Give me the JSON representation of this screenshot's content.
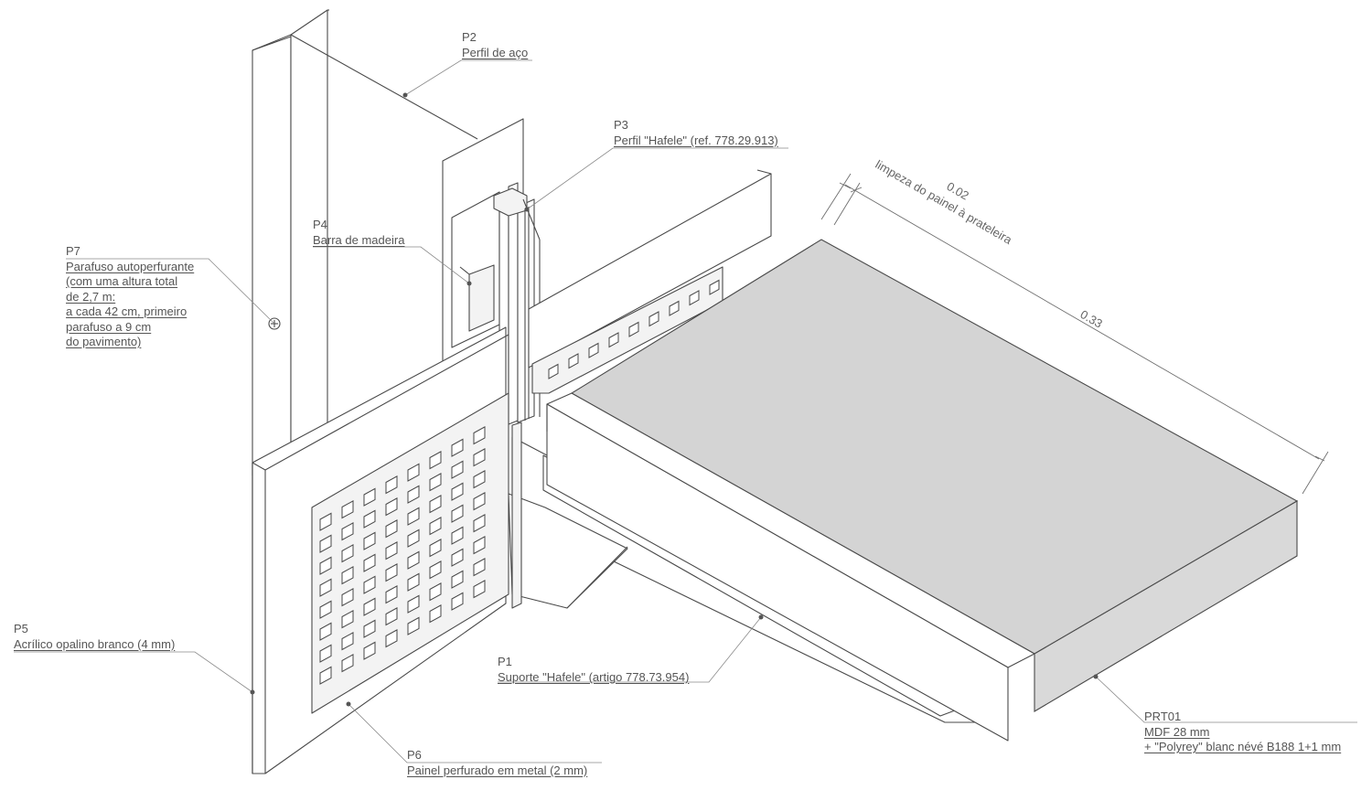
{
  "labels": {
    "p2": {
      "code": "P2",
      "desc": "Perfil de aço"
    },
    "p3": {
      "code": "P3",
      "desc": "Perfil \"Hafele\" (ref. 778.29.913)"
    },
    "p4": {
      "code": "P4",
      "desc": "Barra de madeira"
    },
    "p7": {
      "code": "P7",
      "lines": [
        "Parafuso autoperfurante",
        "(com uma altura total",
        "de 2,7 m:",
        "a cada 42 cm, primeiro",
        "parafuso a 9 cm",
        "do pavimento)"
      ]
    },
    "p5": {
      "code": "P5",
      "desc": "Acrílico opalino branco (4 mm)"
    },
    "p1": {
      "code": "P1",
      "desc": "Suporte \"Hafele\" (artigo 778.73.954)"
    },
    "p6": {
      "code": "P6",
      "desc": "Painel perfurado em metal (2 mm)"
    },
    "prt01": {
      "code": "PRT01",
      "lines": [
        "MDF 28 mm",
        "+ \"Polyrey\" blanc névé B188 1+1 mm"
      ]
    }
  },
  "dimensions": {
    "gap_value": "0.02",
    "gap_note": "limpeza do painel à prateleira",
    "depth_value": "0.33"
  },
  "colors": {
    "shelf_top": "#d4d4d4",
    "shelf_edge": "#d9d9d9",
    "line": "#4a4a4a",
    "text": "#555555"
  }
}
